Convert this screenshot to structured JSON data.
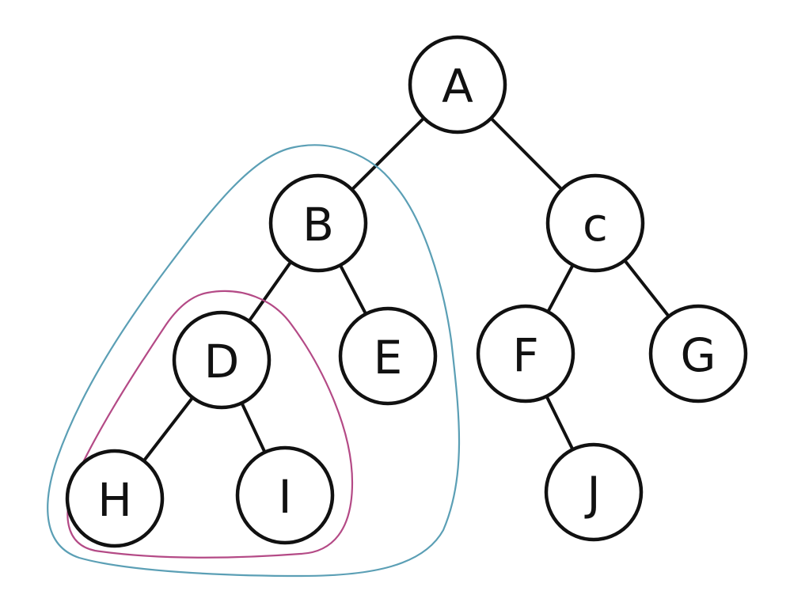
{
  "tree": {
    "nodes": [
      {
        "id": "A",
        "label": "A"
      },
      {
        "id": "B",
        "label": "B"
      },
      {
        "id": "C",
        "label": "c"
      },
      {
        "id": "D",
        "label": "D"
      },
      {
        "id": "E",
        "label": "E"
      },
      {
        "id": "F",
        "label": "F"
      },
      {
        "id": "G",
        "label": "G"
      },
      {
        "id": "H",
        "label": "H"
      },
      {
        "id": "I",
        "label": "I"
      },
      {
        "id": "J",
        "label": "J"
      }
    ],
    "edges": [
      [
        "A",
        "B"
      ],
      [
        "A",
        "C"
      ],
      [
        "B",
        "D"
      ],
      [
        "B",
        "E"
      ],
      [
        "C",
        "F"
      ],
      [
        "C",
        "G"
      ],
      [
        "D",
        "H"
      ],
      [
        "D",
        "I"
      ],
      [
        "F",
        "J"
      ]
    ]
  },
  "highlights": [
    {
      "name": "subtree-b-outline",
      "root": "B",
      "color": "#5b9fb5"
    },
    {
      "name": "subtree-d-outline",
      "root": "D",
      "color": "#b44a86"
    }
  ]
}
